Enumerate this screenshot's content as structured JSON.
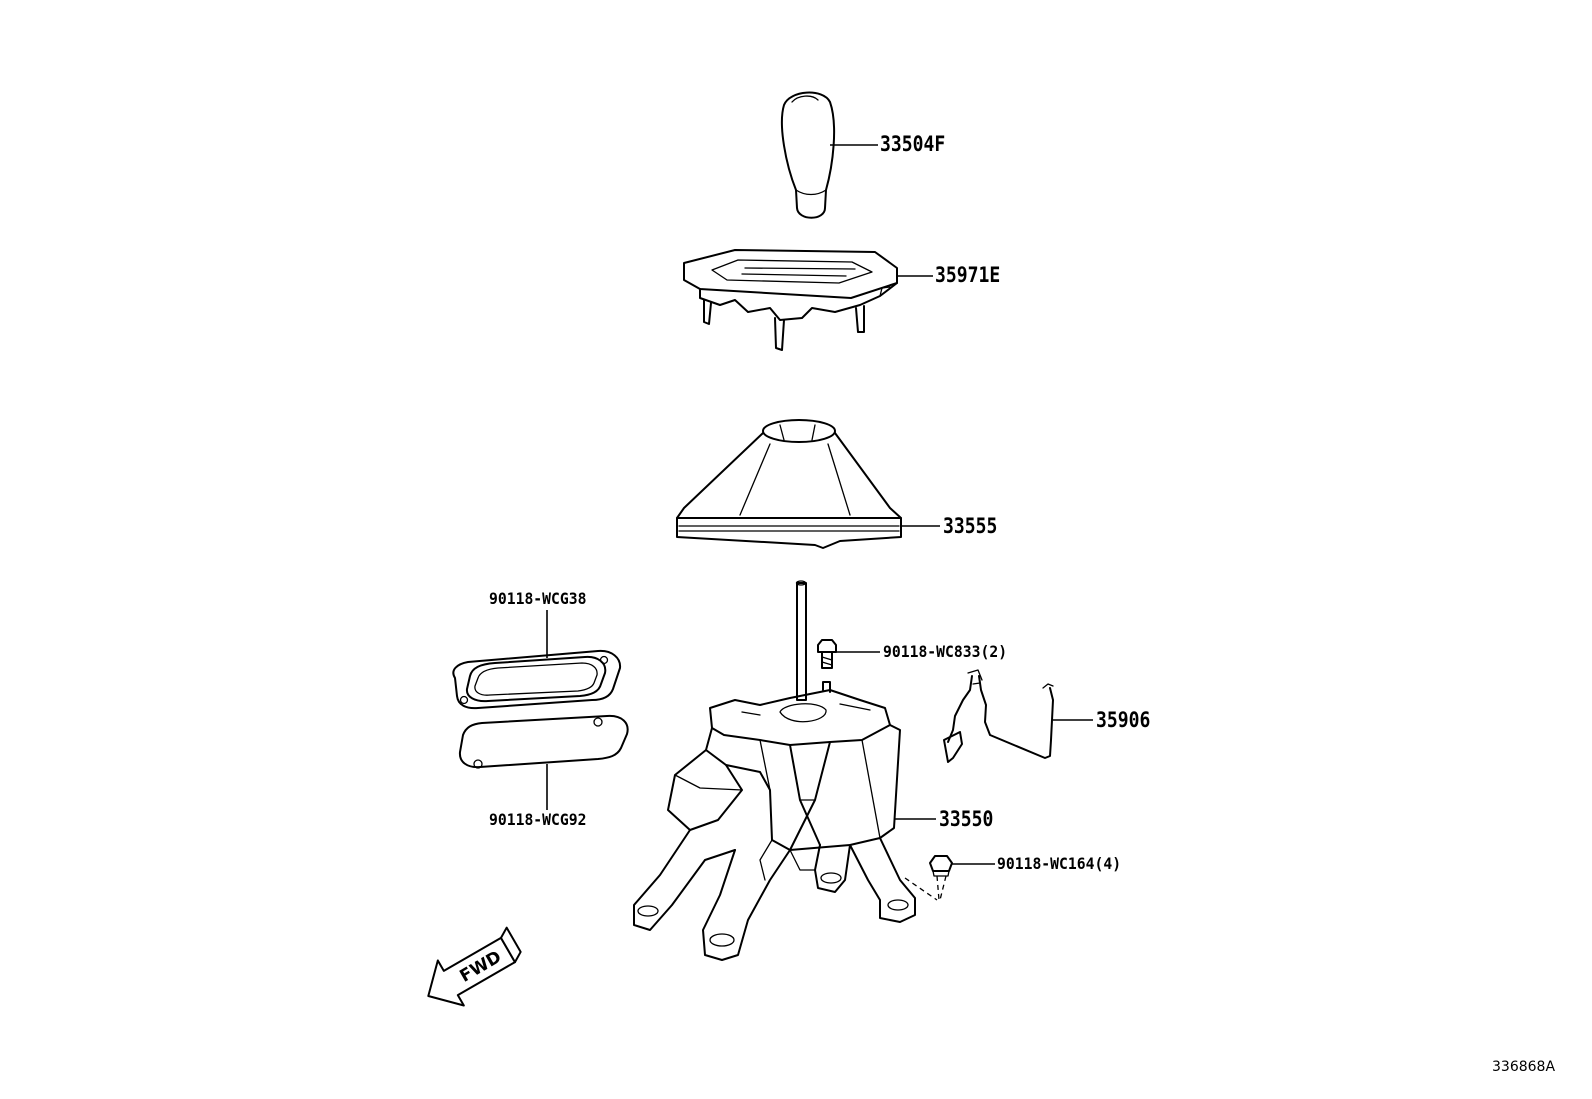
{
  "diagram": {
    "fwd_label": "FWD",
    "illustration_ref": "336868A",
    "callouts": {
      "knob": "33504F",
      "bezel": "35971E",
      "boot": "33555",
      "upper_plate": "90118-WCG38",
      "lower_plate": "90118-WCG92",
      "bolt": "90118-WC833(2)",
      "harness": "35906",
      "shifter": "33550",
      "nut": "90118-WC164(4)"
    }
  }
}
